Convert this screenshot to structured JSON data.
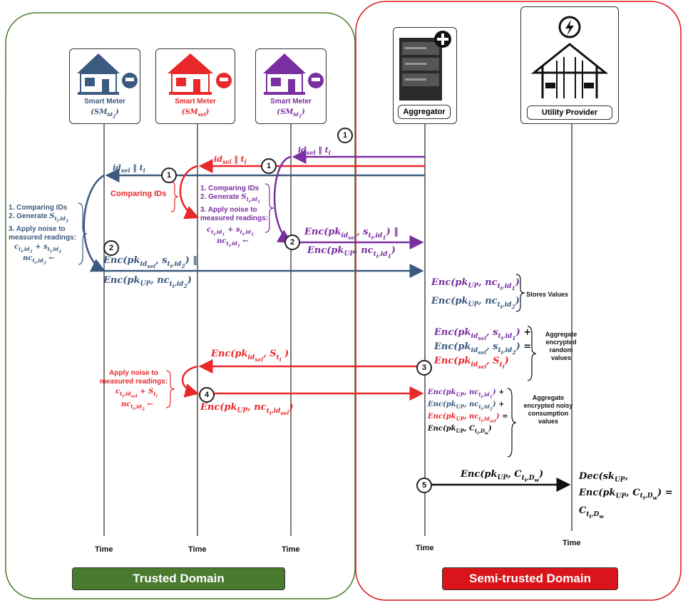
{
  "domains": {
    "trusted": "Trusted Domain",
    "semi": "Semi-trusted Domain"
  },
  "colors": {
    "blue": "#3b5a7f",
    "red": "#e8282b",
    "purple": "#7a2fa0",
    "green": "#4a7a2e",
    "domain_red": "#d9151b"
  },
  "entities": {
    "sm2": {
      "title": "Smart Meter",
      "sub_base": "SM",
      "sub_sub": "id",
      "sub_subsub": "2"
    },
    "smsel": {
      "title": "Smart Meter",
      "sub_base": "SM",
      "sub_sub": "sel"
    },
    "sm1": {
      "title": "Smart Meter",
      "sub_base": "SM",
      "sub_sub": "id",
      "sub_subsub": "1"
    },
    "agg": {
      "title": "Aggregator"
    },
    "up": {
      "title": "Utility Provider"
    }
  },
  "time_label": "Time",
  "steps": [
    "1",
    "1",
    "1",
    "2",
    "2",
    "3",
    "4",
    "5"
  ],
  "labels": {
    "compare_ids": "Comparing IDs",
    "blue_steps": [
      "1. Comparing IDs",
      "2. Generate",
      "3. Apply noise to",
      "measured readings:"
    ],
    "purple_steps": [
      "1. Comparing IDs",
      "2. Generate",
      "3. Apply noise to",
      "measured readings:"
    ],
    "red_noise": [
      "Apply noise to",
      "measured readings:"
    ],
    "stores_values": "Stores Values",
    "aggregate_random": [
      "Aggregate",
      "encrypted",
      "random",
      "values"
    ],
    "aggregate_noisy": [
      "Aggregate",
      "encrypted noisy",
      "consumption",
      "values"
    ]
  },
  "messages": {
    "id_sel_ti": "id",
    "enc": "Enc",
    "dec": "Dec"
  }
}
